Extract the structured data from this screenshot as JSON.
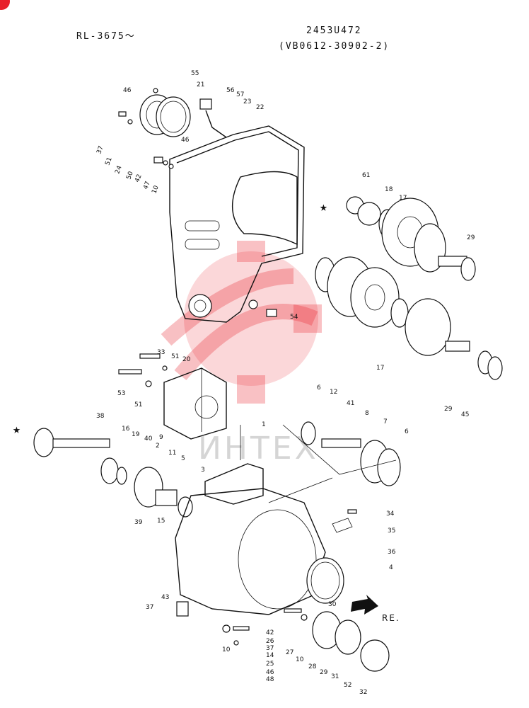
{
  "header": {
    "model_range": "RL-3675～",
    "part_code": "2453U472",
    "sub_code": "(VB0612-30902-2)"
  },
  "watermark": {
    "text": "ИНТЕХ",
    "color": "#e8202a"
  },
  "direction_label": "RE.",
  "callouts": [
    "55",
    "46",
    "21",
    "56",
    "57",
    "23",
    "22",
    "37",
    "51",
    "24",
    "50",
    "42",
    "47",
    "10",
    "46",
    "61",
    "18",
    "17",
    "29",
    "54",
    "17",
    "20",
    "33",
    "51",
    "53",
    "51",
    "9",
    "6",
    "12",
    "41",
    "8",
    "7",
    "6",
    "29",
    "45",
    "38",
    "16",
    "19",
    "40",
    "2",
    "11",
    "5",
    "3",
    "1",
    "39",
    "15",
    "34",
    "35",
    "36",
    "4",
    "43",
    "37",
    "30",
    "42",
    "26",
    "37",
    "14",
    "25",
    "46",
    "48",
    "10",
    "27",
    "10",
    "28",
    "29",
    "31",
    "52",
    "32"
  ]
}
